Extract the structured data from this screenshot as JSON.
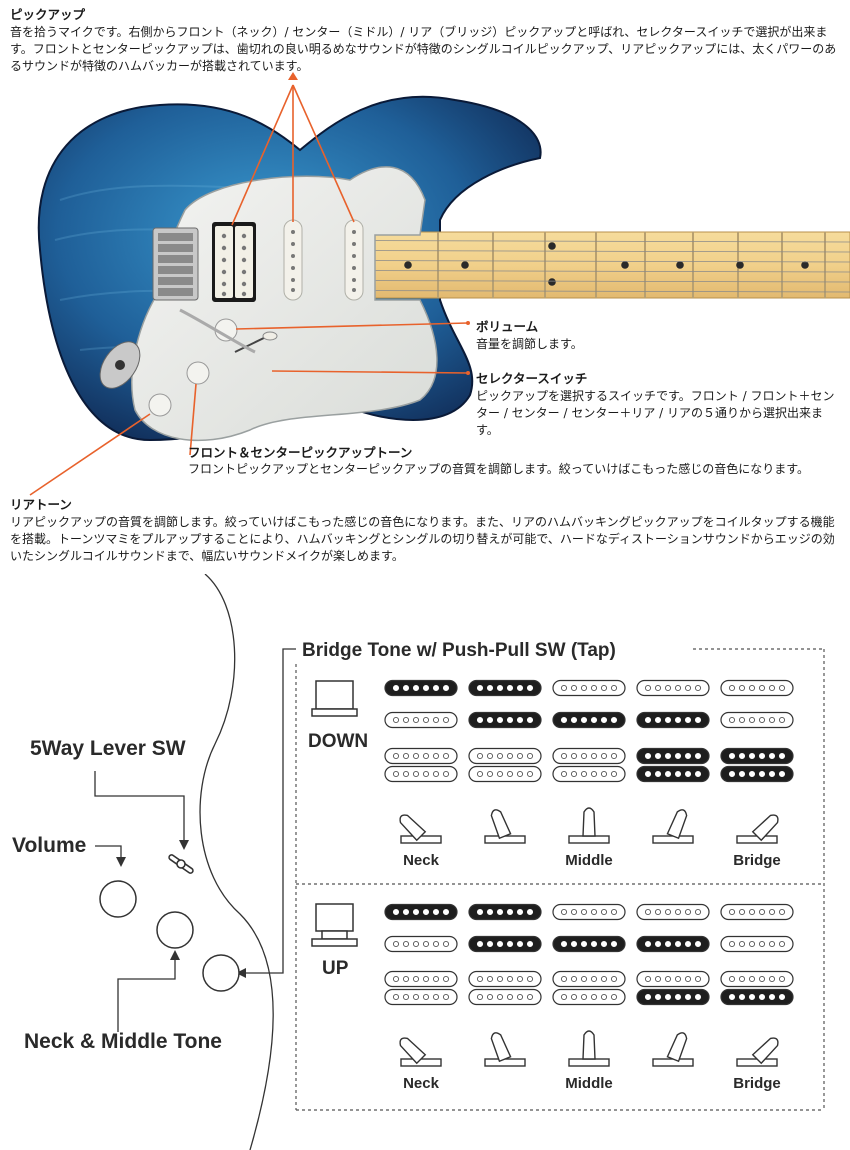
{
  "pickup_section": {
    "title": "ピックアップ",
    "description": "音を拾うマイクです。右側からフロント（ネック）/ センター（ミドル）/ リア（ブリッジ）ピックアップと呼ばれ、セレクタースイッチで選択が出来ます。フロントとセンターピックアップは、歯切れの良い明るめなサウンドが特徴のシングルコイルピックアップ、リアピックアップには、太くパワーのあるサウンドが特徴のハムバッカーが搭載されています。"
  },
  "callouts": {
    "volume": {
      "title": "ボリューム",
      "description": "音量を調節します。"
    },
    "selector": {
      "title": "セレクタースイッチ",
      "description": "ピックアップを選択するスイッチです。フロント / フロント＋センター / センター / センター＋リア / リアの５通りから選択出来ます。"
    },
    "front_center_tone": {
      "title": "フロント＆センターピックアップトーン",
      "description": "フロントピックアップとセンターピックアップの音質を調節します。絞っていけばこもった感じの音色になります。"
    },
    "rear_tone": {
      "title": "リアトーン",
      "description": "リアピックアップの音質を調節します。絞っていけばこもった感じの音色になります。また、リアのハムバッキングピックアップをコイルタップする機能を搭載。トーンツマミをプルアップすることにより、ハムバッキングとシングルの切り替えが可能で、ハードなディストーションサウンドからエッジの効いたシングルコイルサウンドまで、幅広いサウンドメイクが楽しめます。"
    }
  },
  "wiring": {
    "lever_label": "5Way Lever SW",
    "volume_label": "Volume",
    "tone_label": "Neck & Middle Tone",
    "bridge_tone_title": "Bridge Tone w/ Push-Pull SW (Tap)",
    "down_label": "DOWN",
    "up_label": "UP",
    "positions": [
      "Neck",
      "",
      "Middle",
      "",
      "Bridge"
    ],
    "down_grid": [
      [
        1,
        1,
        0,
        0,
        0
      ],
      [
        0,
        1,
        1,
        1,
        0
      ],
      [
        0,
        0,
        0,
        1,
        1
      ],
      [
        0,
        0,
        0,
        1,
        1
      ]
    ],
    "up_grid": [
      [
        1,
        1,
        0,
        0,
        0
      ],
      [
        0,
        1,
        1,
        1,
        0
      ],
      [
        0,
        0,
        0,
        0,
        0
      ],
      [
        0,
        0,
        0,
        1,
        1
      ]
    ],
    "colors": {
      "active": "#1e1e1e",
      "inactive": "#ffffff",
      "leader": "#e8622c"
    }
  }
}
